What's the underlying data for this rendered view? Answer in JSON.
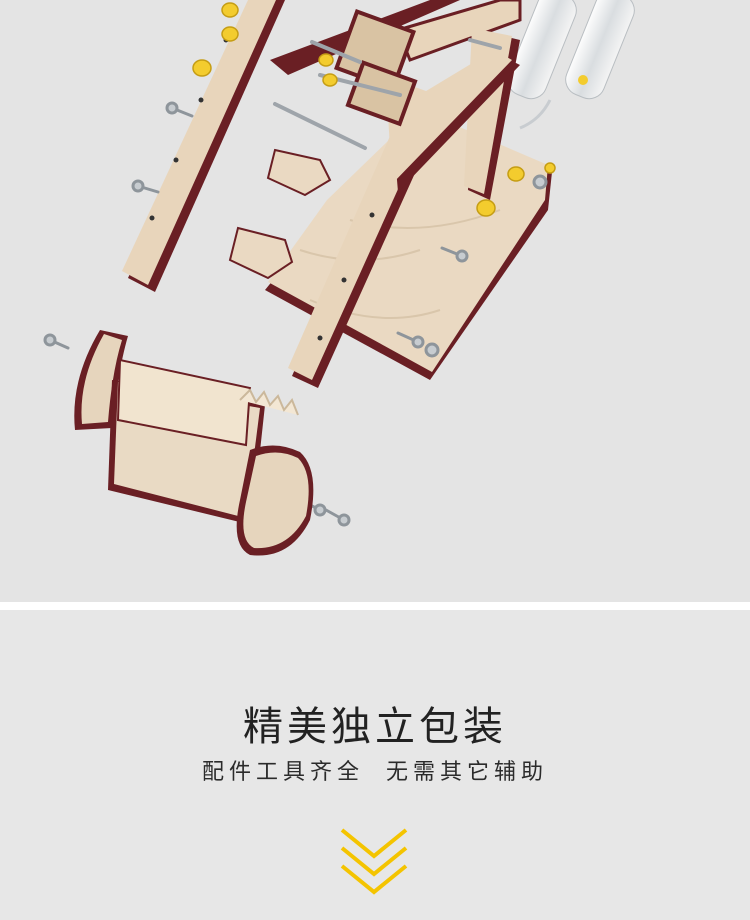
{
  "product_illustration": {
    "subject": "exploded-view-wooden-hydraulic-excavator-kit"
  },
  "caption": {
    "headline": "精美独立包装",
    "sub_left": "配件工具齐全",
    "sub_right": "无需其它辅助"
  },
  "colors": {
    "wood": "#e6d5bd",
    "wood_dark": "#6a1f24",
    "accent": "#f3cc2e",
    "chevron": "#f4c400"
  },
  "icons": {
    "scroll_down": "chevron-down-triple-icon"
  }
}
